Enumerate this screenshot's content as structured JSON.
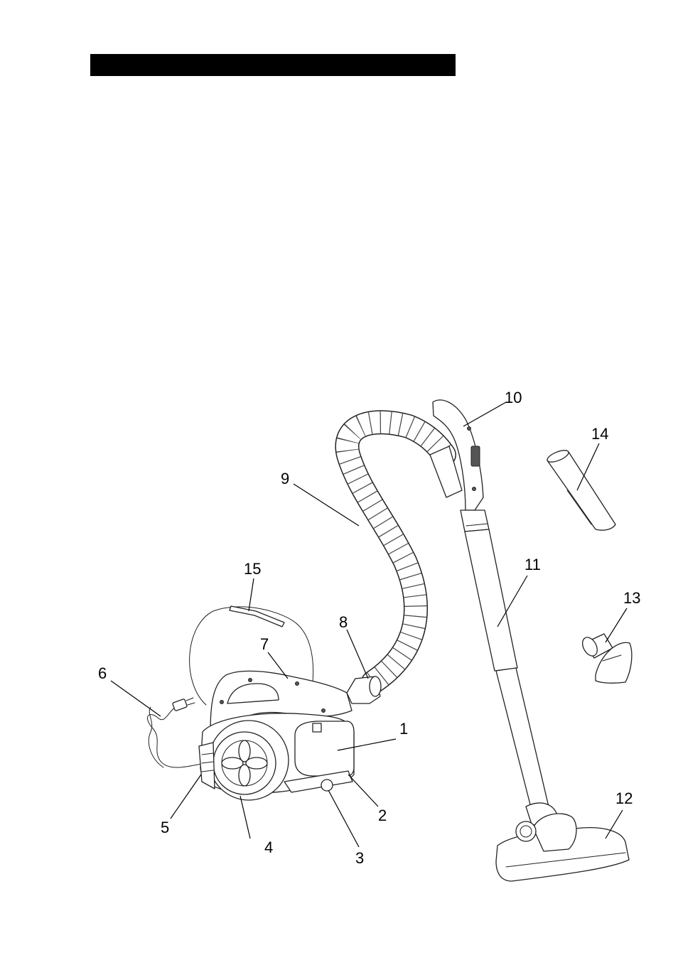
{
  "page": {
    "title_bar_color": "#000000"
  },
  "callouts": [
    {
      "key": "1",
      "label": "1"
    },
    {
      "key": "2",
      "label": "2"
    },
    {
      "key": "3",
      "label": "3"
    },
    {
      "key": "4",
      "label": "4"
    },
    {
      "key": "5",
      "label": "5"
    },
    {
      "key": "6",
      "label": "6"
    },
    {
      "key": "7",
      "label": "7"
    },
    {
      "key": "8",
      "label": "8"
    },
    {
      "key": "9",
      "label": "9"
    },
    {
      "key": "10",
      "label": "10"
    },
    {
      "key": "11",
      "label": "11"
    },
    {
      "key": "12",
      "label": "12"
    },
    {
      "key": "13",
      "label": "13"
    },
    {
      "key": "14",
      "label": "14"
    },
    {
      "key": "15",
      "label": "15"
    }
  ]
}
